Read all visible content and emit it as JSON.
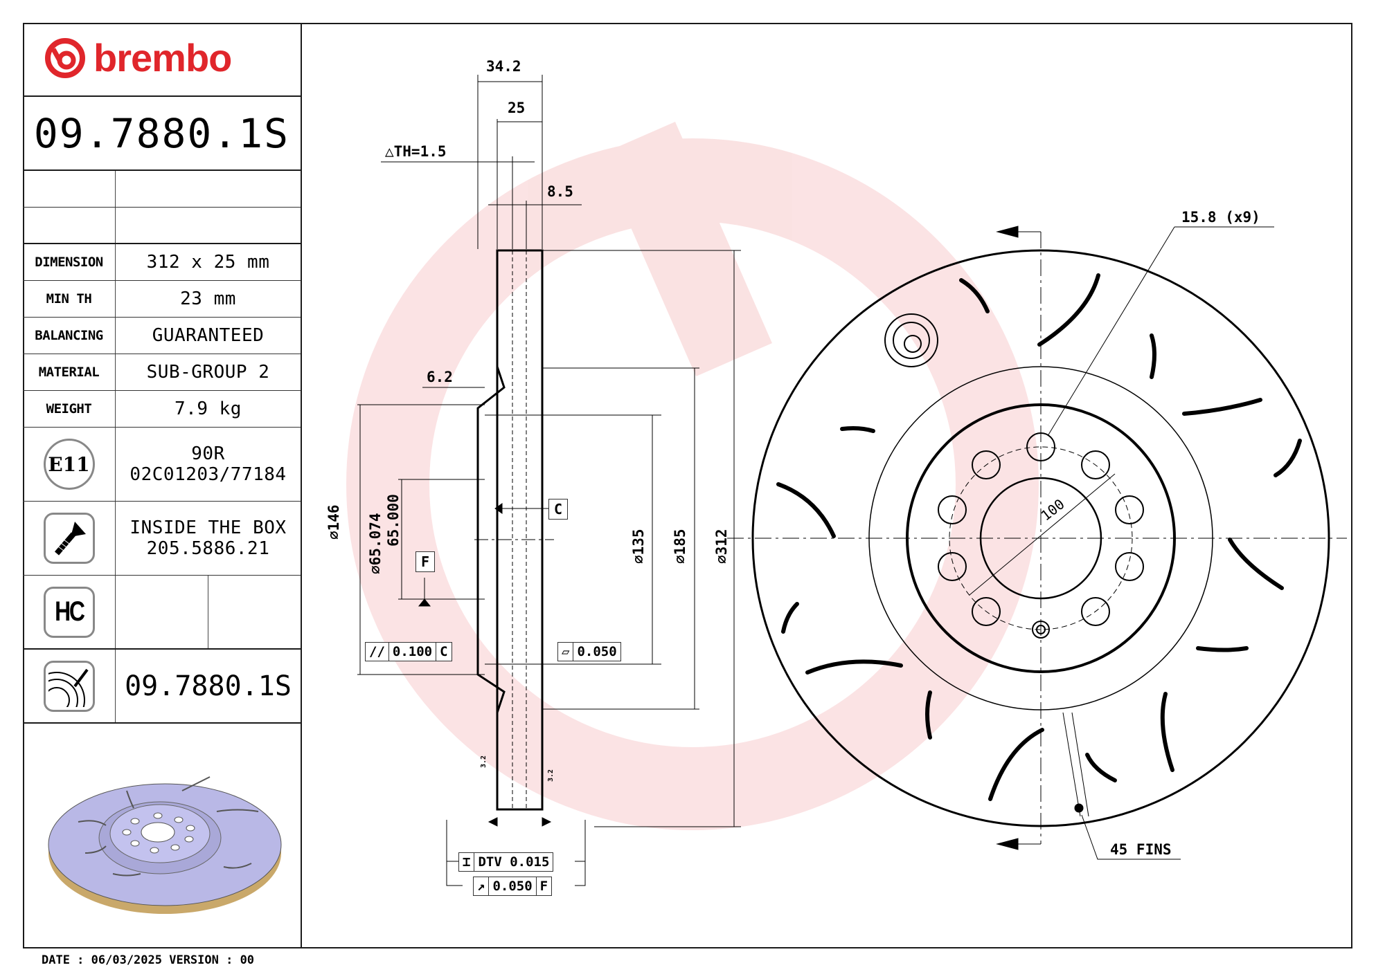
{
  "brand": {
    "name": "brembo",
    "color": "#e0262b"
  },
  "title_block": {
    "part_number": "09.7880.1S",
    "specs": [
      {
        "label": "DIMENSION",
        "value": "312 x 25 mm"
      },
      {
        "label": "MIN TH",
        "value": "23 mm"
      },
      {
        "label": "BALANCING",
        "value": "GUARANTEED"
      },
      {
        "label": "MATERIAL",
        "value": "SUB-GROUP 2"
      },
      {
        "label": "WEIGHT",
        "value": "7.9 kg"
      }
    ],
    "homologation": {
      "icon": "E11",
      "line1": "90R",
      "line2": "02C01203/77184"
    },
    "screw": {
      "line1": "INSIDE THE BOX",
      "line2": "205.5886.21"
    },
    "hc_icon": "HC",
    "marking_part_number": "09.7880.1S"
  },
  "footer": {
    "text": "DATE : 06/03/2025 VERSION : 00"
  },
  "section_view": {
    "dims": {
      "overall_width": "34.2",
      "thickness": "25",
      "delta_th": "△TH=1.5",
      "vane": "8.5",
      "hat_offset": "6.2",
      "d146": "⌀146",
      "d65_upper": "⌀65.074",
      "d65_lower": "65.000",
      "d135": "⌀135",
      "d185": "⌀185",
      "d312": "⌀312",
      "roughness_left": "3.2",
      "roughness_right": "3.2"
    },
    "datums": {
      "c": "C",
      "f": "F"
    },
    "tolerances": {
      "parallelism": {
        "symbol": "//",
        "value": "0.100",
        "datum": "C"
      },
      "flatness": {
        "symbol": "▱",
        "value": "0.050"
      },
      "dtv": {
        "symbol": "⌶",
        "value": "DTV 0.015"
      },
      "runout": {
        "symbol": "↗",
        "value": "0.050",
        "datum": "F"
      }
    }
  },
  "front_view": {
    "bolt_holes": "15.8 (x9)",
    "pcd": "100",
    "fins": "45 FINS"
  }
}
